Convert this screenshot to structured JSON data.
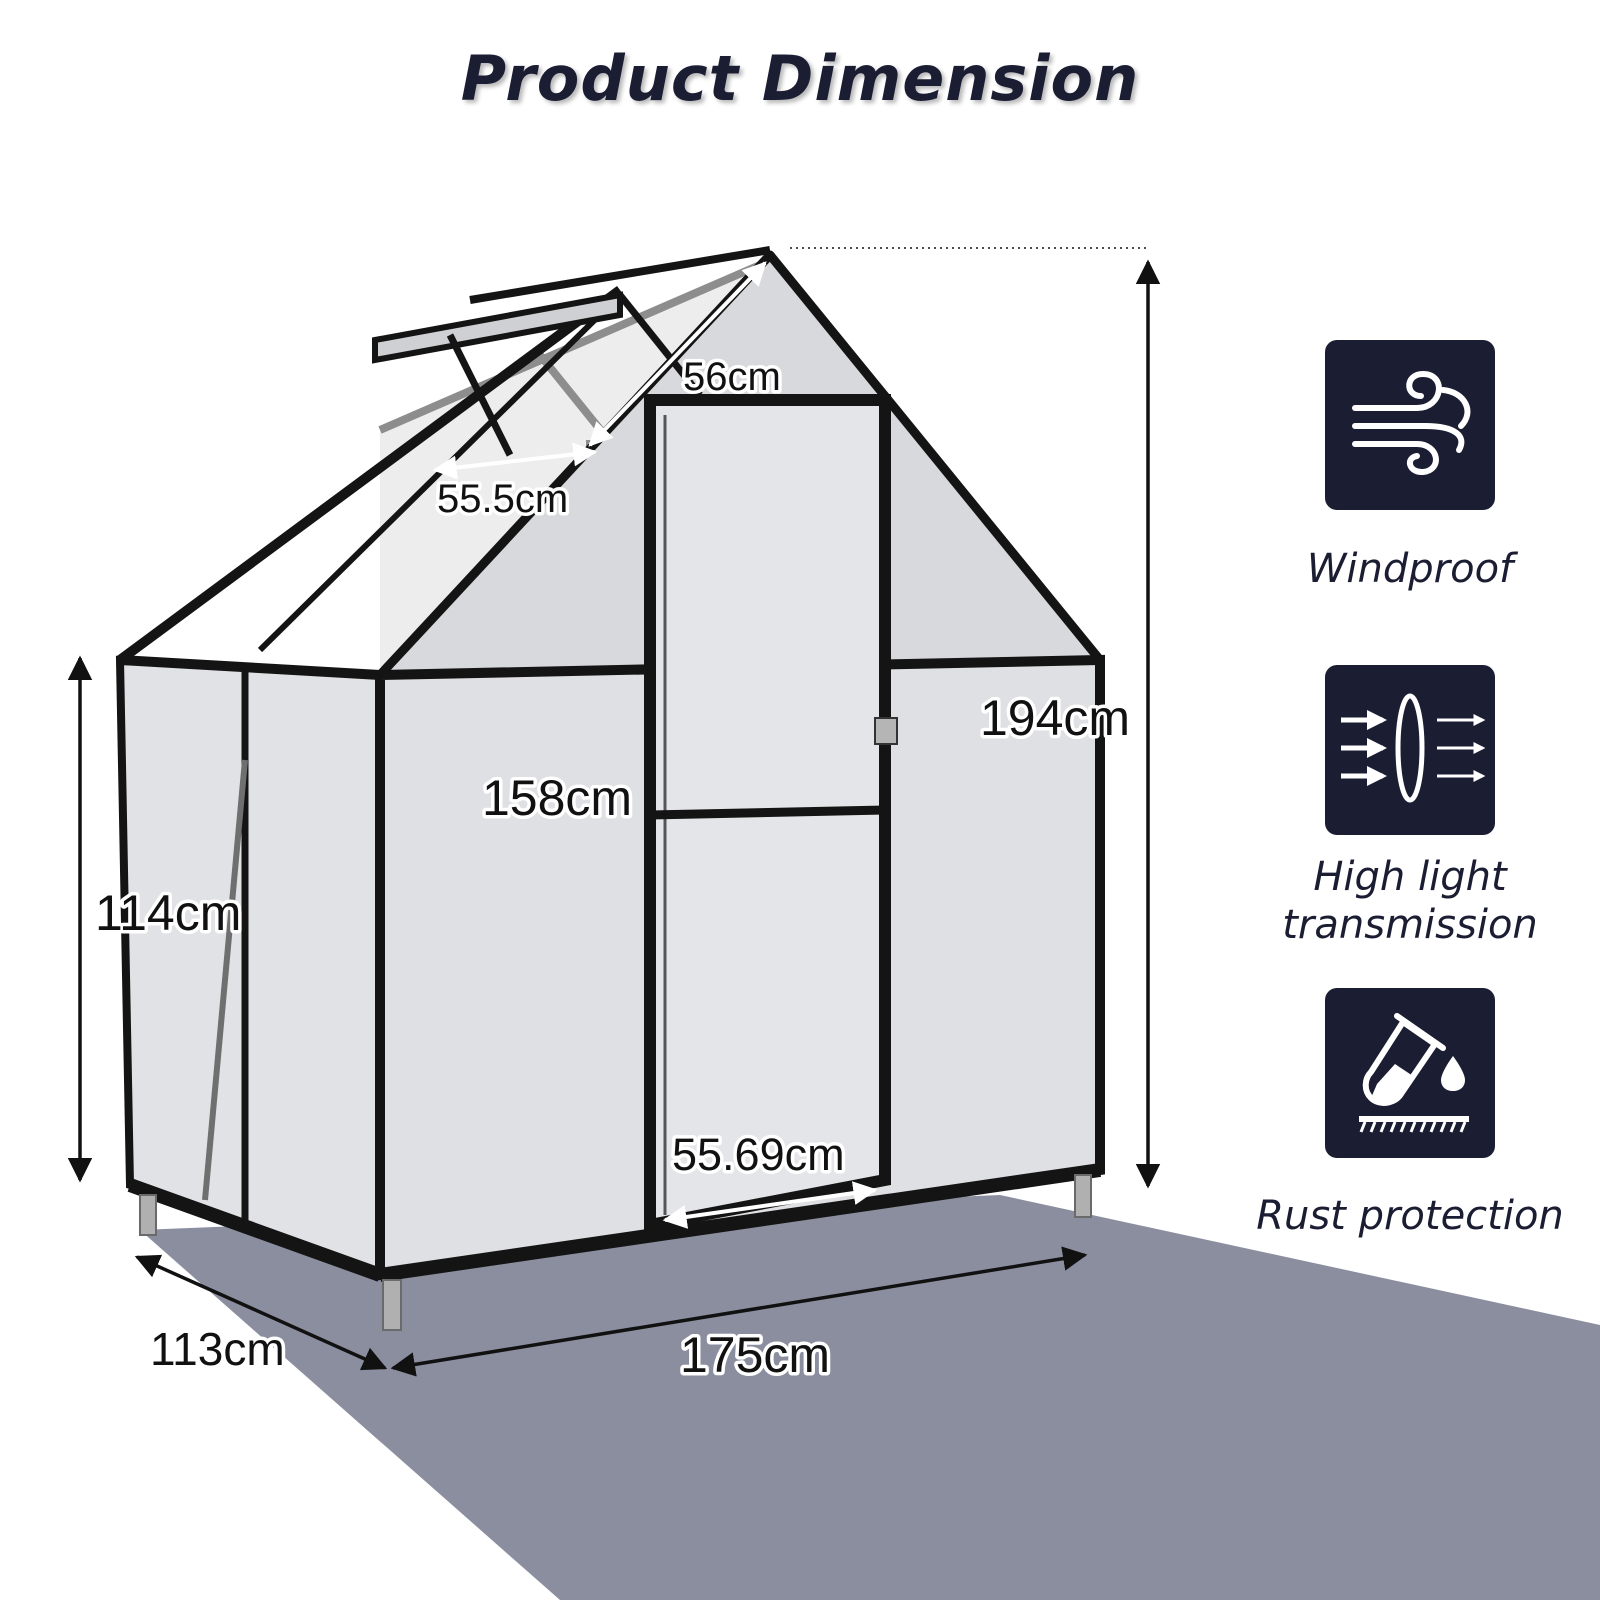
{
  "title": "Product Dimension",
  "dimensions": {
    "roof_vent_length": "56cm",
    "roof_vent_width": "55.5cm",
    "total_height": "194cm",
    "door_height": "158cm",
    "wall_height": "114cm",
    "door_width": "55.69cm",
    "depth": "113cm",
    "width": "175cm"
  },
  "features": [
    {
      "label": "Windproof",
      "icon": "wind-icon"
    },
    {
      "label_lines": [
        "High light",
        "transmission"
      ],
      "icon": "light-transmission-icon"
    },
    {
      "label": "Rust protection",
      "icon": "rust-protection-icon"
    }
  ],
  "colors": {
    "frame": "#141414",
    "accent_dark": "#1b1d33",
    "floor_shadow": "#8a8e9f",
    "panel": "#e6e7ea"
  }
}
